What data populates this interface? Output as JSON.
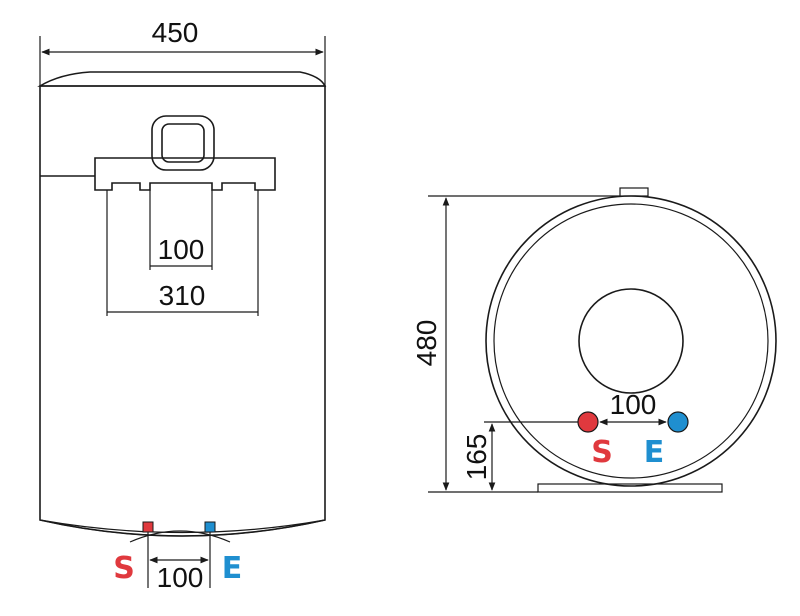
{
  "dimensions": {
    "width": "450",
    "bracket_inner": "100",
    "bracket_outer": "310",
    "bottom_spacing": "100",
    "height": "480",
    "side_spacing": "100",
    "connection_height": "165"
  },
  "connections": {
    "outlet_label": "S",
    "inlet_label": "E"
  },
  "colors": {
    "body_light": "#f2f2f2",
    "body_dark": "#cfcfcf",
    "outline": "#1a1a1a",
    "outlet": "#e0393e",
    "inlet": "#1f8fd0"
  }
}
